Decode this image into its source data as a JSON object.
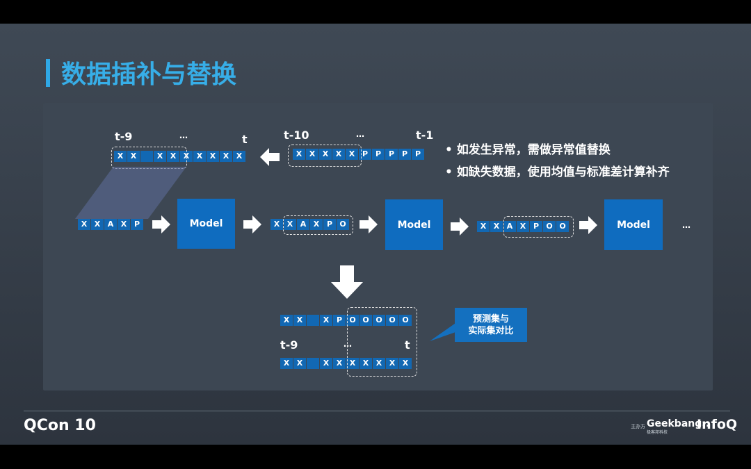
{
  "title": "数据插补与替换",
  "bullets": [
    "• 如发生异常，需做异常值替换",
    "• 如缺失数据，使用均值与标准差计算补齐"
  ],
  "top_left": {
    "label_start": "t-9",
    "label_dots": "…",
    "label_end": "t",
    "cells": [
      "X",
      "X",
      "",
      "X",
      "X",
      "X",
      "X",
      "X",
      "X",
      "X"
    ]
  },
  "top_right": {
    "label_start": "t-10",
    "label_dots": "…",
    "label_end": "t-1",
    "cells": [
      "X",
      "X",
      "X",
      "X",
      "X",
      "P",
      "P",
      "P",
      "P",
      "P"
    ]
  },
  "row": {
    "seq1": [
      "X",
      "X",
      "A",
      "X",
      "P"
    ],
    "seq2": [
      "X",
      "X",
      "A",
      "X",
      "P",
      "O"
    ],
    "seq3": [
      "X",
      "X",
      "A",
      "X",
      "P",
      "O",
      "O"
    ],
    "model_label": "Model",
    "trailing_dots": "…"
  },
  "bottom": {
    "pred_cells": [
      "X",
      "X",
      "",
      "X",
      "P",
      "O",
      "O",
      "O",
      "O",
      "O"
    ],
    "actual_cells": [
      "X",
      "X",
      "",
      "X",
      "X",
      "X",
      "X",
      "X",
      "X",
      "X"
    ],
    "label_start": "t-9",
    "label_dots": "…",
    "label_end": "t"
  },
  "callout": [
    "预测集与",
    "实际集对比"
  ],
  "footer": {
    "brand": "QCon 10",
    "sponsor": "主办方",
    "geek": "Geekbang›.",
    "geek_sub": "极客邦科技",
    "infoq": "InfoQ"
  },
  "colors": {
    "accent": "#37aee8",
    "cell": "#1268b3",
    "model": "#0f6cbf"
  }
}
